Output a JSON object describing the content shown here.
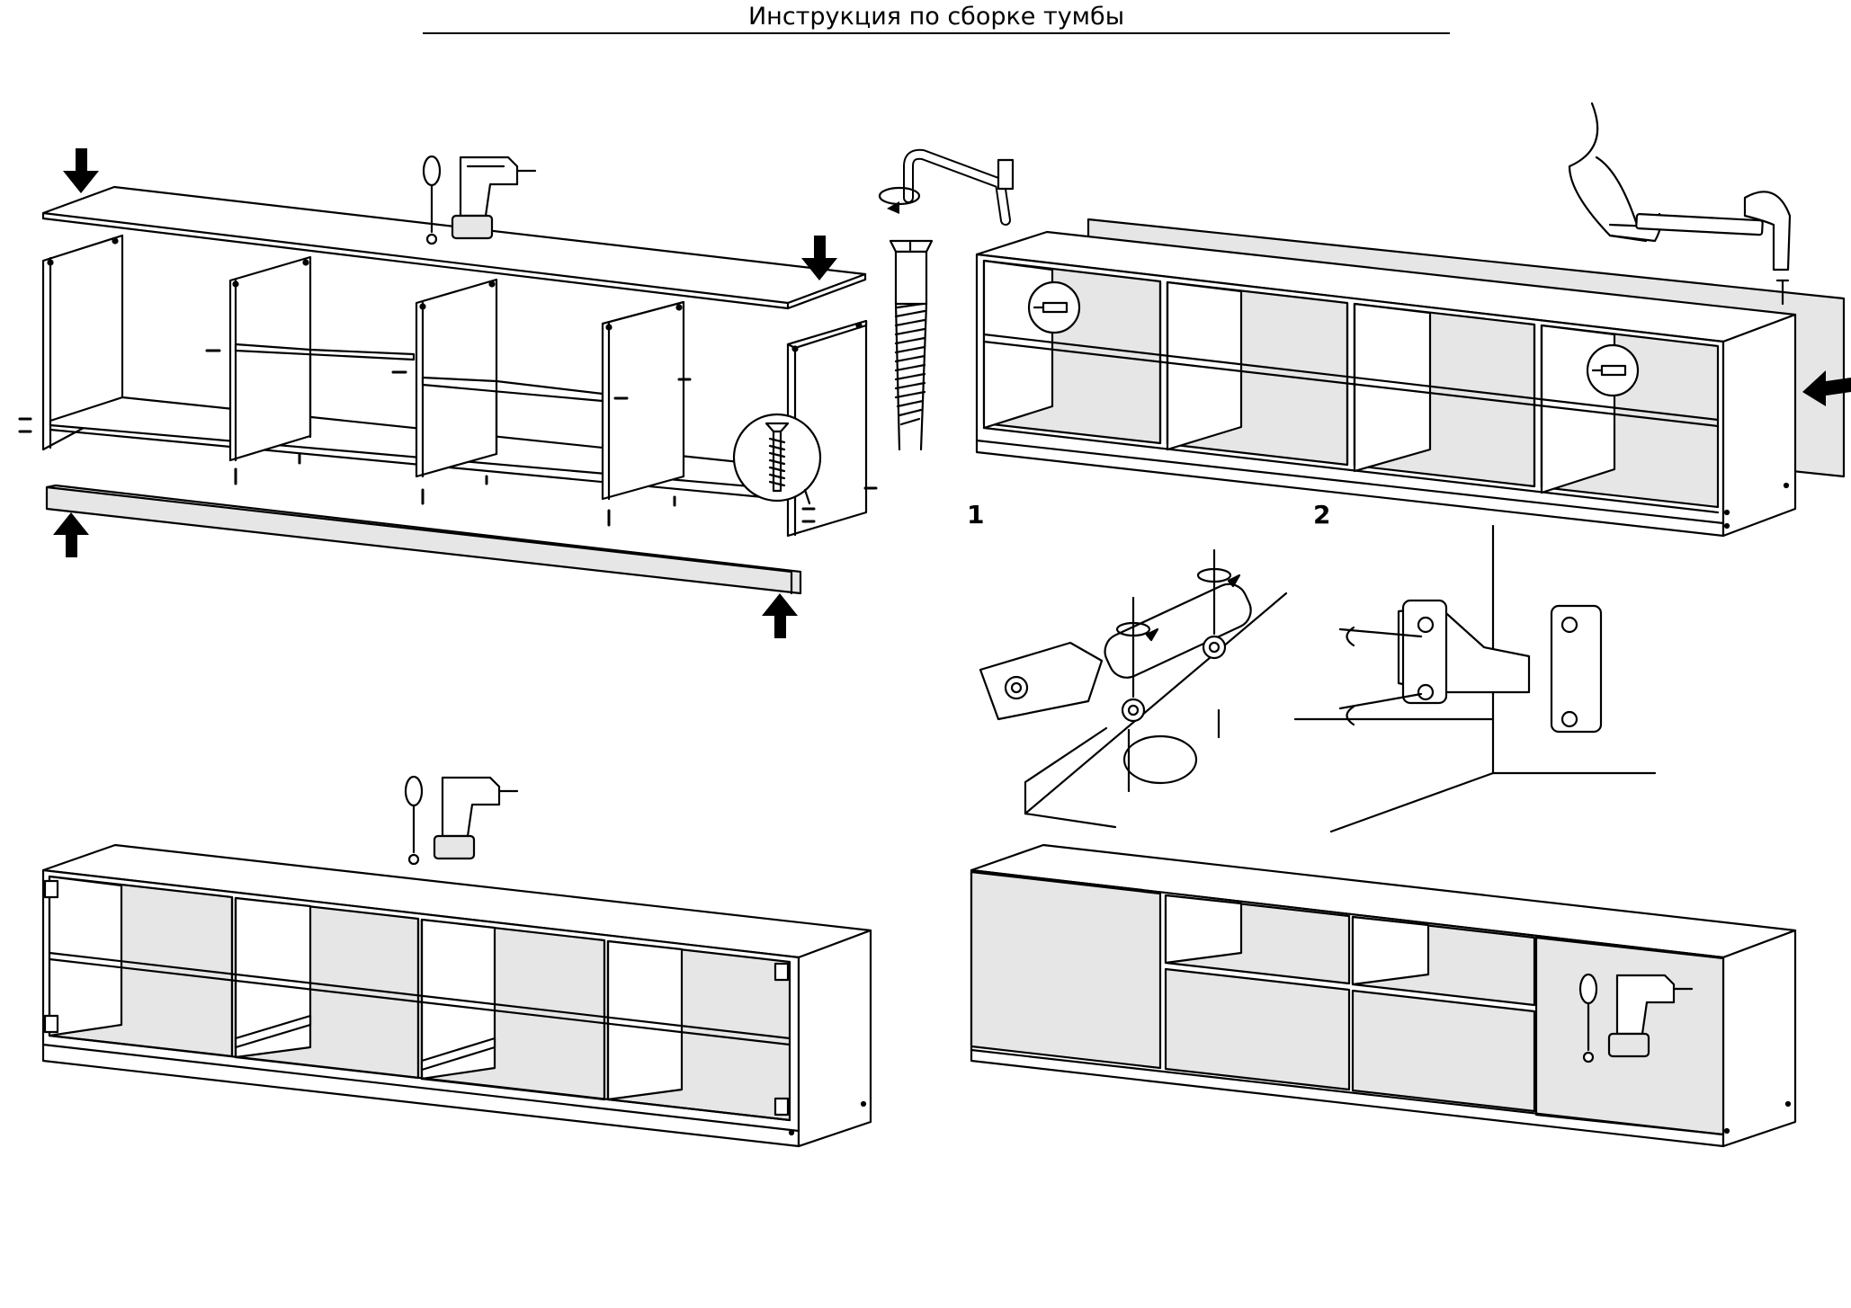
{
  "title": "Инструкция по сборке тумбы",
  "callouts": {
    "one": "1",
    "two": "2"
  },
  "colors": {
    "line": "#000000",
    "panel_fill": "#ffffff",
    "back_fill": "#e6e6e6"
  },
  "icons": [
    "down-arrow-icon",
    "up-arrow-icon",
    "left-arrow-icon",
    "screwdriver-icon",
    "drill-icon",
    "hex-key-icon",
    "rotate-icon",
    "confirmat-screw-icon",
    "hammer-icon",
    "hand-icon",
    "nail-icon",
    "hinge-icon",
    "drawer-rail-icon"
  ]
}
